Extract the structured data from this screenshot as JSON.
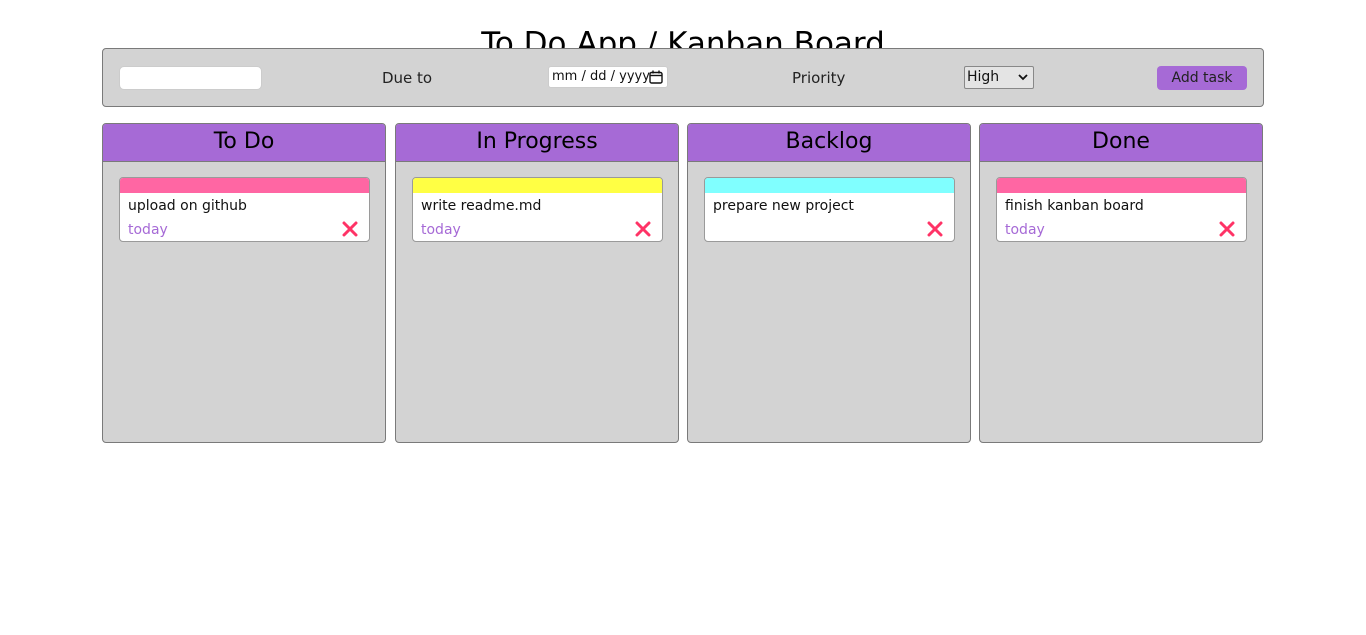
{
  "page": {
    "title": "To Do App / Kanban Board"
  },
  "toolbar": {
    "task_input_value": "",
    "task_input_placeholder": "",
    "due_label": "Due to",
    "date_placeholder": "mm / dd / yyyy",
    "priority_label": "Priority",
    "priority_selected": "High",
    "add_button_label": "Add task"
  },
  "colors": {
    "accent": "#a66ad6",
    "panel": "#d3d3d3",
    "priority_high": "#ff66a3",
    "priority_medium": "#ffff44",
    "priority_low": "#80ffff",
    "delete": "#ff3366",
    "due_text": "#a66ad6"
  },
  "columns": [
    {
      "title": "To Do",
      "cards": [
        {
          "title": "upload on github",
          "due": "today",
          "priority_color": "#ff66a3",
          "icon": "close-icon"
        }
      ]
    },
    {
      "title": "In Progress",
      "cards": [
        {
          "title": "write readme.md",
          "due": "today",
          "priority_color": "#ffff44",
          "icon": "close-icon"
        }
      ]
    },
    {
      "title": "Backlog",
      "cards": [
        {
          "title": "prepare new project",
          "due": "",
          "priority_color": "#80ffff",
          "icon": "close-icon"
        }
      ]
    },
    {
      "title": "Done",
      "cards": [
        {
          "title": "finish kanban board",
          "due": "today",
          "priority_color": "#ff66a3",
          "icon": "close-icon"
        }
      ]
    }
  ]
}
